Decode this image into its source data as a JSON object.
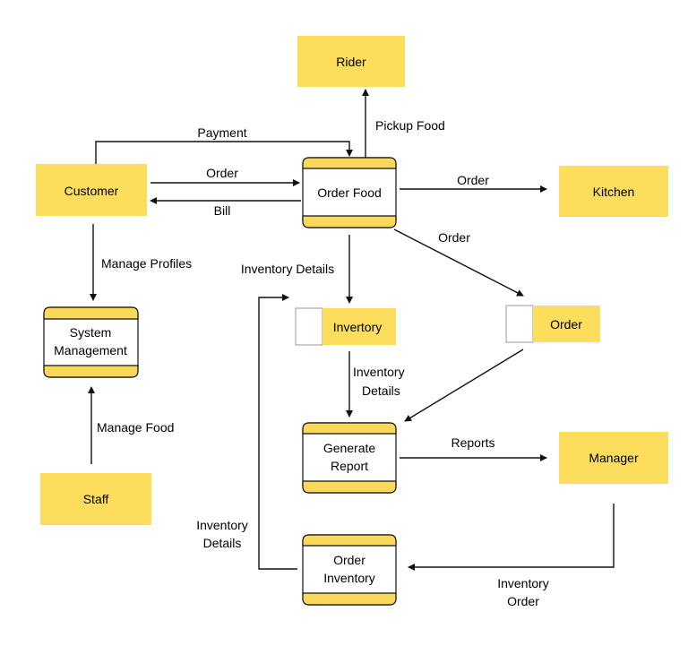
{
  "colors": {
    "entity_fill": "#FDDD5C",
    "process_band": "#F9D85A",
    "line": "#111111",
    "white": "#ffffff"
  },
  "entities": {
    "rider": "Rider",
    "customer": "Customer",
    "kitchen": "Kitchen",
    "staff": "Staff",
    "manager": "Manager"
  },
  "processes": {
    "order_food": "Order Food",
    "system_management_line1": "System",
    "system_management_line2": "Management",
    "generate_report_line1": "Generate",
    "generate_report_line2": "Report",
    "order_inventory_line1": "Order",
    "order_inventory_line2": "Inventory"
  },
  "stores": {
    "invertory": "Invertory",
    "order": "Order"
  },
  "flows": {
    "payment": "Payment",
    "pickup_food": "Pickup Food",
    "order_customer": "Order",
    "bill": "Bill",
    "order_kitchen": "Order",
    "order_store": "Order",
    "manage_profiles": "Manage Profiles",
    "inventory_details_top": "Inventory Details",
    "inventory_details_mid_line1": "Inventory",
    "inventory_details_mid_line2": "Details",
    "manage_food": "Manage Food",
    "reports": "Reports",
    "inventory_details_left_line1": "Inventory",
    "inventory_details_left_line2": "Details",
    "inventory_order_line1": "Inventory",
    "inventory_order_line2": "Order"
  }
}
